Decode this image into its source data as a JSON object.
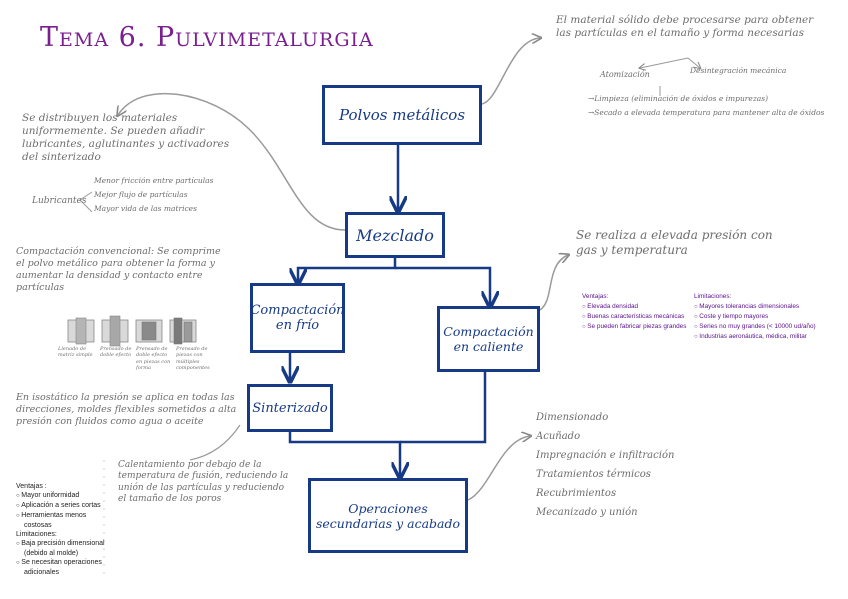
{
  "title": "Tema 6. Pulvimetalurgia",
  "boxes": {
    "polvos": "Polvos metálicos",
    "mezclado": "Mezclado",
    "frio": "Compactación en frío",
    "caliente": "Compactación en caliente",
    "sinterizado": "Sinterizado",
    "operaciones": "Operaciones secundarias y acabado"
  },
  "notes": {
    "material": "El material sólido debe procesarse para obtener las partículas en el tamaño y forma necesarias",
    "atomizacion": "Atomización",
    "desintegracion": "Desintegración mecánica",
    "limpieza": "→Limpieza (eliminación de óxidos e impurezas)",
    "secado": "→Secado a elevada temperatura para mantener alta de óxidos",
    "distribuyen": "Se distribuyen los materiales uniformemente. Se pueden añadir lubricantes, aglutinantes y activadores del sinterizado",
    "lubricantes": "Lubricantes",
    "lub1": "Menor fricción entre partículas",
    "lub2": "Mejor flujo de partículas",
    "lub3": "Mayor vida de las matrices",
    "compactacion_conv": "Compactación convencional: Se comprime el polvo metálico para obtener la forma y aumentar la densidad y contacto entre partículas",
    "fig1": "Llenado de matriz simple",
    "fig2": "Prensado de doble efecto",
    "fig3": "Prensado de doble efecto en piezas con forma",
    "fig4": "Prensado de piezas con múltiples componentes",
    "isostatico": "En isostático la presión se aplica en todas las direcciones, moldes flexibles sometidos a alta presión con fluidos como agua o aceite",
    "calentamiento": "Calentamiento por debajo de la temperatura de fusión, reduciendo la unión de las partículas y reduciendo el tamaño de los poros",
    "presion": "Se realiza a elevada presión con gas y temperatura",
    "acabados": [
      "Dimensionado",
      "Acuñado",
      "Impregnación e infiltración",
      "Tratamientos térmicos",
      "Recubrimientos",
      "Mecanizado y unión"
    ]
  },
  "caliente_info": {
    "ventajas_label": "Ventajas:",
    "ventajas": [
      "Elevada densidad",
      "Buenas características mecánicas",
      "Se pueden fabricar piezas grandes"
    ],
    "limitaciones_label": "Limitaciones:",
    "limitaciones": [
      "Mayores tolerancias dimensionales",
      "Coste y tiempo mayores",
      "Series no muy grandes (< 10000 ud/año)",
      "Industrias aeronáutica, médica, militar"
    ]
  },
  "frio_info": {
    "ventajas_label": "Ventajas :",
    "ventajas": [
      "Mayor uniformidad",
      "Aplicación a series cortas",
      "Herramientas menos costosas"
    ],
    "limitaciones_label": "Limitaciones:",
    "limitaciones": [
      "Baja precisión dimensional (debido al molde)",
      "Se necesitan operaciones adicionales"
    ]
  },
  "colors": {
    "box": "#173a86",
    "title": "#7a1f8f",
    "note": "#6d6d6d",
    "list": "#5b0f8e"
  }
}
